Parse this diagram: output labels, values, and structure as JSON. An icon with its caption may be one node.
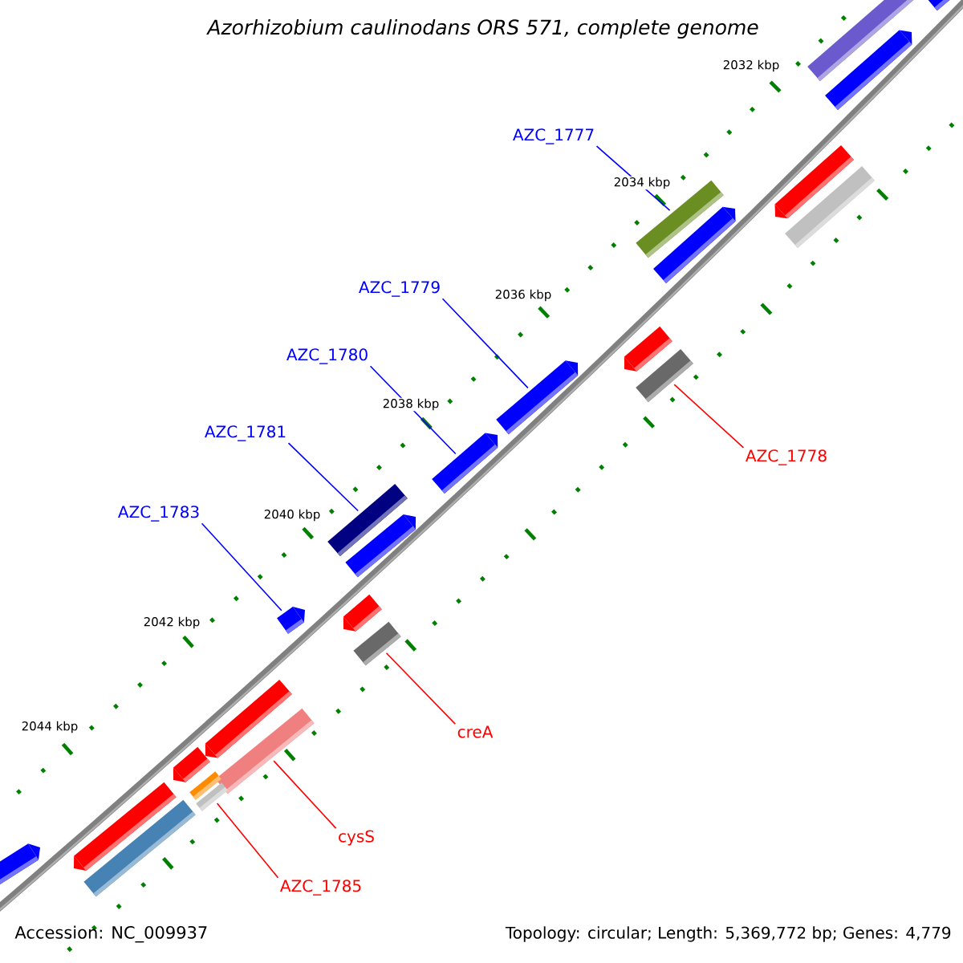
{
  "diagram": {
    "title": "Azorhizobium caulinodans ORS 571, complete genome",
    "nodes": [
      {
        "text": [
          "AZC_1777"
        ]
      },
      {
        "text": [],
        "shape": "bar"
      },
      {
        "text": [
          "AZC_1779"
        ]
      },
      {
        "text": [],
        "shape": "arrow"
      },
      {
        "text": [
          "AZC_1780"
        ]
      },
      {
        "text": [],
        "shape": "arrow"
      },
      {
        "text": [
          "AZC_1781"
        ]
      },
      {
        "text": [],
        "shape": "bar"
      },
      {
        "text": [
          "AZC_1778"
        ]
      },
      {
        "text": [],
        "shape": "bar"
      },
      {
        "text": [
          "AZC_1783"
        ]
      },
      {
        "text": [],
        "shape": "arrow"
      },
      {
        "text": [
          "creA"
        ]
      },
      {
        "text": [],
        "shape": "bar"
      },
      {
        "text": [
          "cysS"
        ]
      },
      {
        "text": [],
        "shape": "bar"
      },
      {
        "text": [
          "AZC_1785"
        ]
      },
      {
        "text": [],
        "shape": "bar"
      },
      {
        "text": [],
        "shape": "arrow"
      },
      {
        "text": [],
        "shape": "bar"
      },
      {
        "text": [],
        "shape": "arrow"
      },
      {
        "text": [],
        "shape": "arrow"
      },
      {
        "text": [],
        "shape": "arrow"
      },
      {
        "text": [],
        "shape": "bar"
      },
      {
        "text": [],
        "shape": "arrow"
      },
      {
        "text": [],
        "shape": "arrow"
      },
      {
        "text": [],
        "shape": "arrow"
      },
      {
        "text": [],
        "shape": "arrow"
      },
      {
        "text": [],
        "shape": "arrow"
      },
      {
        "text": [],
        "shape": "arrow"
      },
      {
        "text": [],
        "shape": "bar"
      },
      {
        "text": [],
        "shape": "bar"
      },
      {
        "text": [],
        "shape": "arrow"
      }
    ],
    "edges": [
      {
        "from": 0,
        "to": 1,
        "arrow": "none"
      },
      {
        "from": 2,
        "to": 3,
        "arrow": "none"
      },
      {
        "from": 4,
        "to": 5,
        "arrow": "none"
      },
      {
        "from": 6,
        "to": 7,
        "arrow": "none"
      },
      {
        "from": 8,
        "to": 9,
        "arrow": "none",
        "color": "#ff0000"
      },
      {
        "from": 10,
        "to": 11,
        "arrow": "none"
      },
      {
        "from": 12,
        "to": 13,
        "arrow": "none",
        "color": "#ff0000"
      },
      {
        "from": 14,
        "to": 15,
        "arrow": "none",
        "color": "#ff0000"
      },
      {
        "from": 16,
        "to": 17,
        "arrow": "none",
        "color": "#ff0000"
      }
    ],
    "labels": [
      "2032 kbp",
      "2034 kbp",
      "2036 kbp",
      "2038 kbp",
      "2040 kbp",
      "2042 kbp",
      "2044 kbp",
      "Accession: NC_009937",
      "Topology: circular; Length: 5,369,772 bp; Genes: 4,779"
    ]
  }
}
